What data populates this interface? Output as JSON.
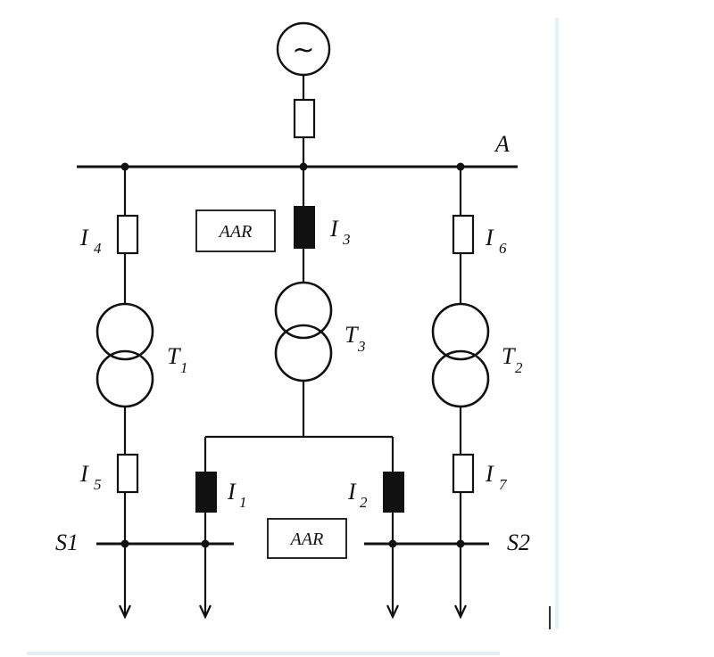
{
  "generator": {
    "symbol": "~"
  },
  "bus_top": {
    "label": "A"
  },
  "bus_s1": {
    "label": "S1"
  },
  "bus_s2": {
    "label": "S2"
  },
  "breakers": {
    "i1": {
      "main": "I",
      "sub": "1"
    },
    "i2": {
      "main": "I",
      "sub": "2"
    },
    "i3": {
      "main": "I",
      "sub": "3"
    },
    "i4": {
      "main": "I",
      "sub": "4"
    },
    "i5": {
      "main": "I",
      "sub": "5"
    },
    "i6": {
      "main": "I",
      "sub": "6"
    },
    "i7": {
      "main": "I",
      "sub": "7"
    }
  },
  "transformers": {
    "t1": {
      "main": "T",
      "sub": "1"
    },
    "t2": {
      "main": "T",
      "sub": "2"
    },
    "t3": {
      "main": "T",
      "sub": "3"
    }
  },
  "aar_top": {
    "label": "AAR"
  },
  "aar_bottom": {
    "label": "AAR"
  }
}
